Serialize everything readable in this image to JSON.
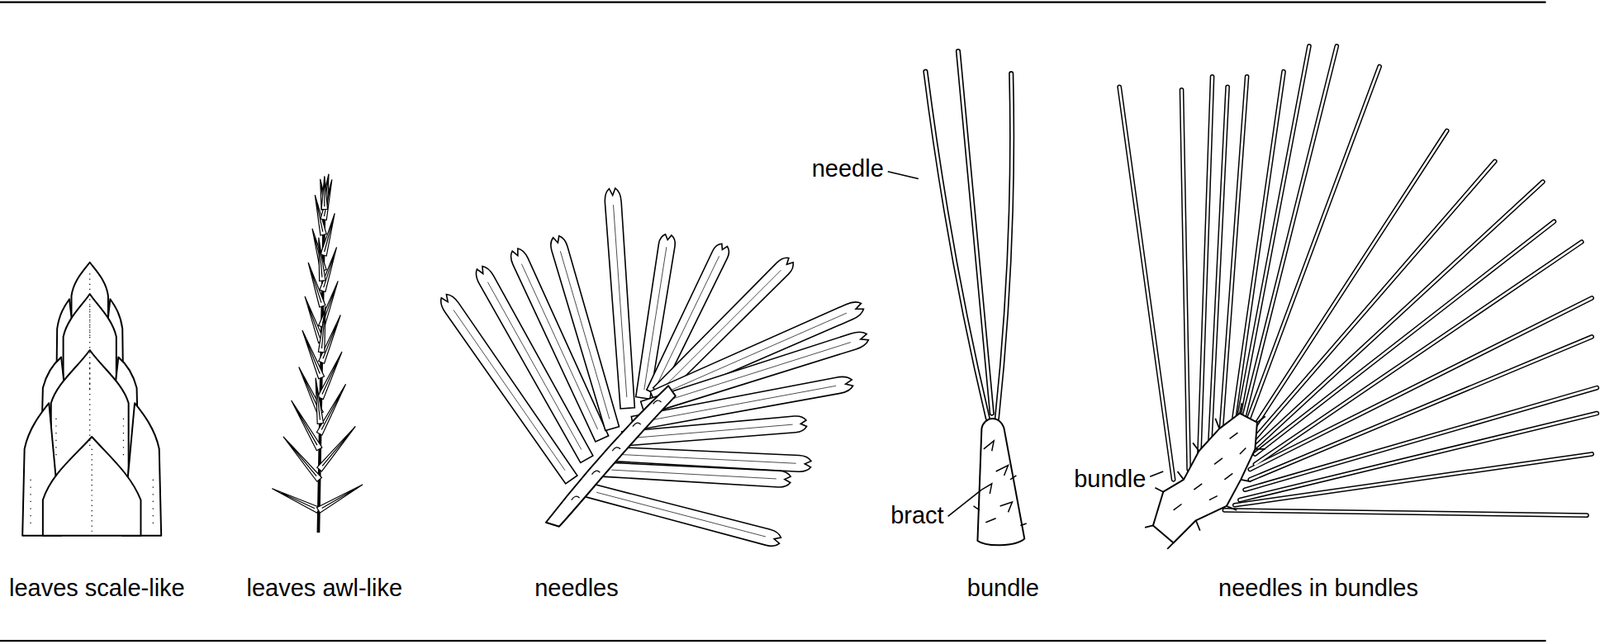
{
  "diagram": {
    "labels": [
      "leaves scale-like",
      "leaves awl-like",
      "needles",
      "needle",
      "bract",
      "bundle",
      "bundle",
      "needles in bundles"
    ]
  }
}
